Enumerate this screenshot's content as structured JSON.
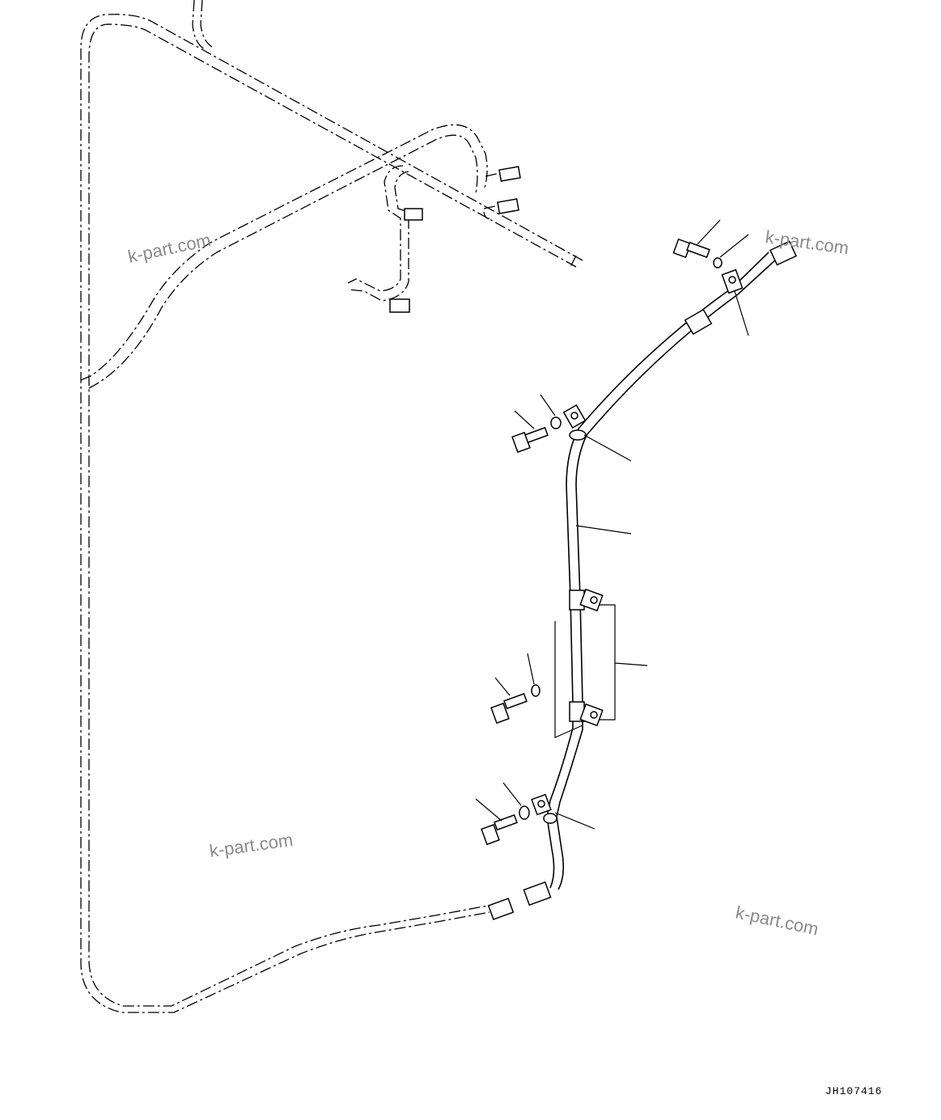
{
  "drawing": {
    "code": "JH107416",
    "watermarks": [
      "k-part.com",
      "k-part.com",
      "k-part.com",
      "k-part.com"
    ]
  }
}
